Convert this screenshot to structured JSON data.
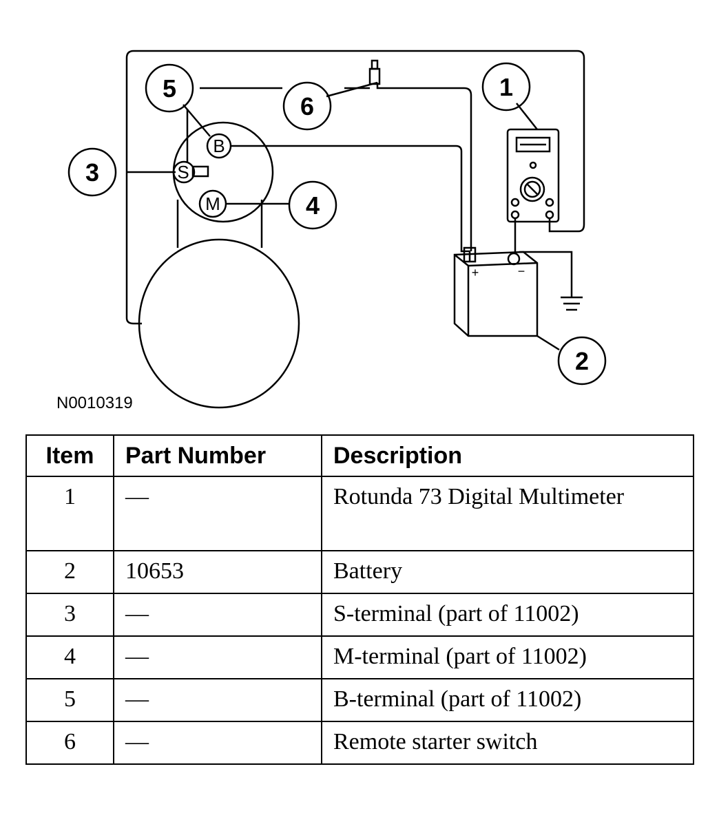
{
  "figure": {
    "id": "N0010319",
    "callouts": [
      "1",
      "2",
      "3",
      "4",
      "5",
      "6"
    ],
    "terminals": {
      "b": "B",
      "s": "S",
      "m": "M"
    },
    "battery": {
      "positive": "+",
      "negative": "−"
    },
    "icons": [
      "digital-multimeter-icon",
      "battery-icon",
      "ground-symbol-icon",
      "remote-starter-switch-icon",
      "starter-motor-icon"
    ]
  },
  "table": {
    "headers": {
      "item": "Item",
      "part": "Part Number",
      "description": "Description"
    },
    "rows": [
      {
        "item": "1",
        "part": "—",
        "description": "Rotunda 73 Digital Multimeter"
      },
      {
        "item": "2",
        "part": "10653",
        "description": "Battery"
      },
      {
        "item": "3",
        "part": "—",
        "description": "S-terminal (part of 11002)"
      },
      {
        "item": "4",
        "part": "—",
        "description": "M-terminal (part of 11002)"
      },
      {
        "item": "5",
        "part": "—",
        "description": "B-terminal (part of 11002)"
      },
      {
        "item": "6",
        "part": "—",
        "description": "Remote starter switch"
      }
    ]
  }
}
